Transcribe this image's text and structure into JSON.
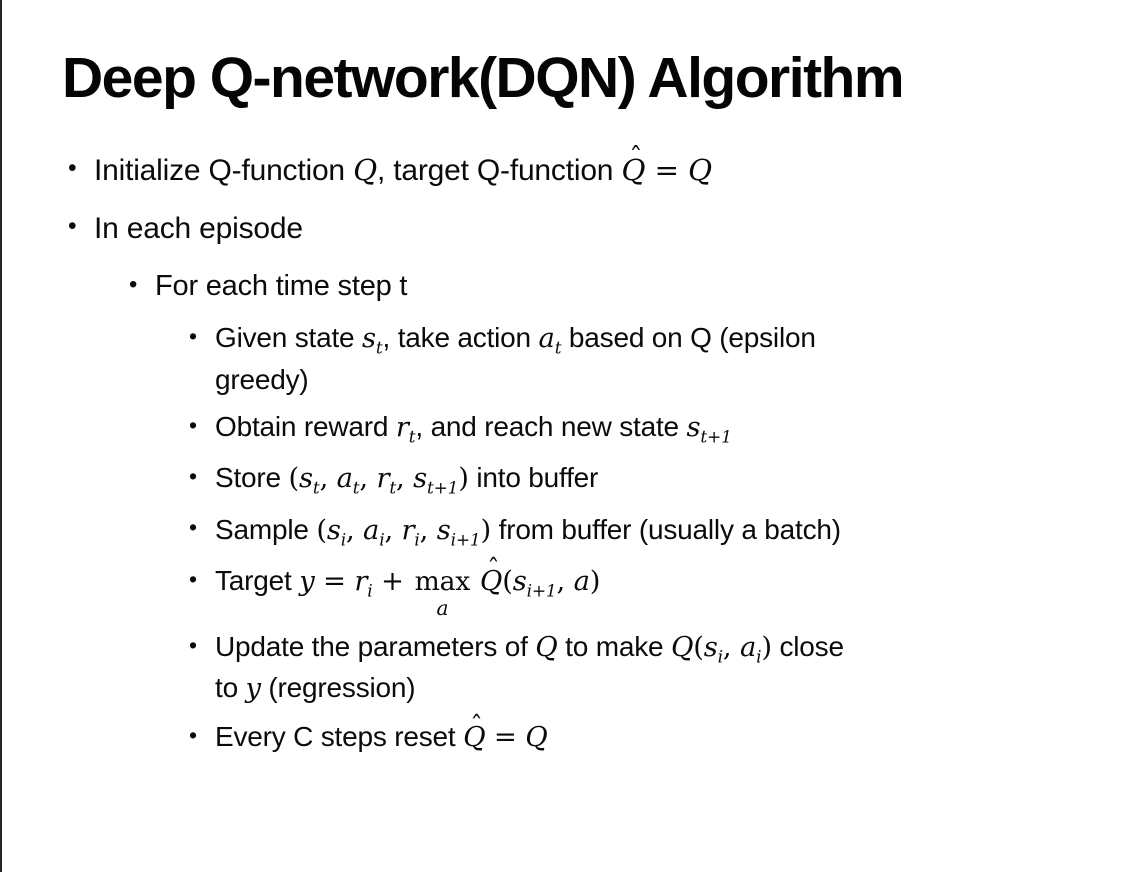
{
  "slide": {
    "title": "Deep Q-network(DQN) Algorithm",
    "bullet_char": "•",
    "hat_char": "ˆ",
    "colors": {
      "background": "#ffffff",
      "text": "#0b0b0b",
      "edge": "#262626"
    },
    "bullets": [
      {
        "level": 1,
        "segments": [
          {
            "k": "n",
            "t": "Initialize Q-function "
          },
          {
            "k": "i",
            "t": "Q"
          },
          {
            "k": "n",
            "t": ", target Q-function "
          },
          {
            "k": "h",
            "t": "Q"
          },
          {
            "k": "p",
            "t": " = "
          },
          {
            "k": "i",
            "t": "Q"
          }
        ]
      },
      {
        "level": 1,
        "segments": [
          {
            "k": "n",
            "t": "In each episode"
          }
        ]
      },
      {
        "level": 2,
        "segments": [
          {
            "k": "n",
            "t": "For each time step t"
          }
        ]
      },
      {
        "level": 3,
        "segments": [
          {
            "k": "n",
            "t": "Given state "
          },
          {
            "k": "v",
            "b": "s",
            "s": "t"
          },
          {
            "k": "n",
            "t": ", take action "
          },
          {
            "k": "v",
            "b": "a",
            "s": "t"
          },
          {
            "k": "n",
            "t": " based on Q (epsilon"
          },
          {
            "k": "br"
          },
          {
            "k": "n",
            "t": "greedy)"
          }
        ]
      },
      {
        "level": 3,
        "segments": [
          {
            "k": "n",
            "t": "Obtain reward "
          },
          {
            "k": "v",
            "b": "r",
            "s": "t"
          },
          {
            "k": "n",
            "t": ", and reach new state "
          },
          {
            "k": "v",
            "b": "s",
            "s": "t+1"
          }
        ]
      },
      {
        "level": 3,
        "segments": [
          {
            "k": "n",
            "t": "Store "
          },
          {
            "k": "p",
            "t": "("
          },
          {
            "k": "v",
            "b": "s",
            "s": "t"
          },
          {
            "k": "p",
            "t": ", "
          },
          {
            "k": "v",
            "b": "a",
            "s": "t"
          },
          {
            "k": "p",
            "t": ", "
          },
          {
            "k": "v",
            "b": "r",
            "s": "t"
          },
          {
            "k": "p",
            "t": ", "
          },
          {
            "k": "v",
            "b": "s",
            "s": "t+1"
          },
          {
            "k": "p",
            "t": ")"
          },
          {
            "k": "n",
            "t": " into buffer"
          }
        ]
      },
      {
        "level": 3,
        "segments": [
          {
            "k": "n",
            "t": "Sample "
          },
          {
            "k": "p",
            "t": "("
          },
          {
            "k": "v",
            "b": "s",
            "s": "i"
          },
          {
            "k": "p",
            "t": ", "
          },
          {
            "k": "v",
            "b": "a",
            "s": "i"
          },
          {
            "k": "p",
            "t": ", "
          },
          {
            "k": "v",
            "b": "r",
            "s": "i"
          },
          {
            "k": "p",
            "t": ", "
          },
          {
            "k": "v",
            "b": "s",
            "s": "i+1"
          },
          {
            "k": "p",
            "t": ")"
          },
          {
            "k": "n",
            "t": " from buffer (usually a batch)"
          }
        ]
      },
      {
        "level": 3,
        "segments": [
          {
            "k": "n",
            "t": "Target "
          },
          {
            "k": "i",
            "t": "y"
          },
          {
            "k": "p",
            "t": " = "
          },
          {
            "k": "v",
            "b": "r",
            "s": "i"
          },
          {
            "k": "p",
            "t": " + "
          },
          {
            "k": "x",
            "top": "max",
            "bot": "a"
          },
          {
            "k": "n",
            "t": " "
          },
          {
            "k": "h",
            "t": "Q"
          },
          {
            "k": "p",
            "t": "("
          },
          {
            "k": "v",
            "b": "s",
            "s": "i+1"
          },
          {
            "k": "p",
            "t": ", "
          },
          {
            "k": "i",
            "t": "a"
          },
          {
            "k": "p",
            "t": ")"
          }
        ]
      },
      {
        "level": 3,
        "segments": [
          {
            "k": "n",
            "t": "Update the parameters of "
          },
          {
            "k": "i",
            "t": "Q"
          },
          {
            "k": "n",
            "t": " to make "
          },
          {
            "k": "i",
            "t": "Q"
          },
          {
            "k": "p",
            "t": "("
          },
          {
            "k": "v",
            "b": "s",
            "s": "i"
          },
          {
            "k": "p",
            "t": ", "
          },
          {
            "k": "v",
            "b": "a",
            "s": "i"
          },
          {
            "k": "p",
            "t": ")"
          },
          {
            "k": "n",
            "t": " close"
          },
          {
            "k": "br"
          },
          {
            "k": "n",
            "t": "to "
          },
          {
            "k": "i",
            "t": "y"
          },
          {
            "k": "n",
            "t": " (regression)"
          }
        ]
      },
      {
        "level": 3,
        "segments": [
          {
            "k": "n",
            "t": "Every C steps reset "
          },
          {
            "k": "h",
            "t": "Q"
          },
          {
            "k": "p",
            "t": " = "
          },
          {
            "k": "i",
            "t": "Q"
          }
        ]
      }
    ]
  }
}
